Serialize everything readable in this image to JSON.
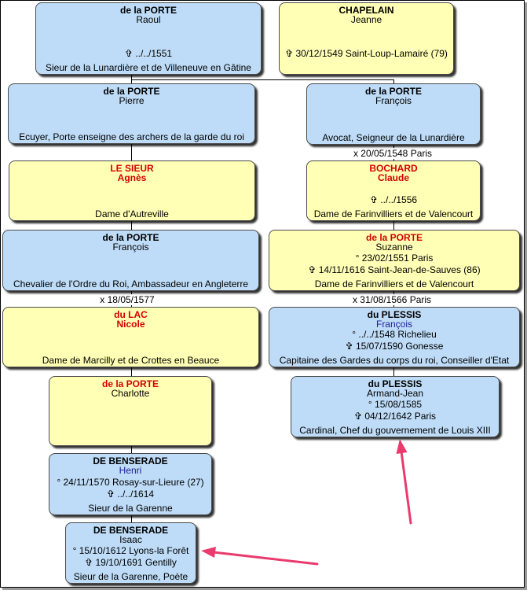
{
  "colors": {
    "box_blue": "#bedcf7",
    "box_yellow": "#ffffb5",
    "name_red": "#d40000",
    "name_navy": "#1c1c96",
    "arrow": "#ea3a6e"
  },
  "people": {
    "raoul": {
      "surname": "de la PORTE",
      "given": "Raoul",
      "death": "✞ ../../1551",
      "occupation": "Sieur de la Lunardière et de Villeneuve en Gâtine"
    },
    "jeanne": {
      "surname": "CHAPELAIN",
      "given": "Jeanne",
      "death": "✞ 30/12/1549 Saint-Loup-Lamairé (79)"
    },
    "pierre": {
      "surname": "de la PORTE",
      "given": "Pierre",
      "occupation": "Ecuyer, Porte enseigne des archers de la garde du roi"
    },
    "francois_1": {
      "surname": "de la PORTE",
      "given": "François",
      "occupation": "Avocat, Seigneur de la Lunardière"
    },
    "agnes": {
      "surname": "LE SIEUR",
      "given": "Agnès",
      "occupation": "Dame d'Autreville"
    },
    "claude": {
      "surname": "BOCHARD",
      "given": "Claude",
      "death": "✞ ../../1556",
      "occupation": "Dame de Farinvilliers et de Valencourt"
    },
    "francois_2": {
      "surname": "de la PORTE",
      "given": "François",
      "occupation": "Chevalier de l'Ordre du Roi, Ambassadeur en Angleterre"
    },
    "suzanne": {
      "surname": "de la PORTE",
      "given": "Suzanne",
      "birth": "° 23/02/1551 Paris",
      "death": "✞ 14/11/1616 Saint-Jean-de-Sauves (86)",
      "occupation": "Dame de Farinvilliers et de Valencourt"
    },
    "nicole": {
      "surname": "du LAC",
      "given": "Nicole",
      "occupation": "Dame de Marcilly et de Crottes en Beauce"
    },
    "francois_du_plessis": {
      "surname": "du PLESSIS",
      "given": "François",
      "birth": "° ../../1548 Richelieu",
      "death": "✞ 15/07/1590 Gonesse",
      "occupation": "Capitaine des Gardes du corps du roi, Conseiller d'Etat"
    },
    "charlotte": {
      "surname": "de la PORTE",
      "given": "Charlotte"
    },
    "armand_jean": {
      "surname": "du PLESSIS",
      "given": "Armand-Jean",
      "birth": "° 15/08/1585",
      "death": "✞ 04/12/1642 Paris",
      "occupation": "Cardinal, Chef du gouvernement de Louis XIII"
    },
    "henri": {
      "surname": "DE BENSERADE",
      "given": "Henri",
      "birth": "° 24/11/1570 Rosay-sur-Lieure (27)",
      "death": "✞ ../../1614",
      "occupation": "Sieur de la Garenne"
    },
    "isaac": {
      "surname": "DE BENSERADE",
      "given": "Isaac",
      "birth": "° 15/10/1612 Lyons-la Forêt",
      "death": "✞ 19/10/1691 Gentilly",
      "occupation": "Sieur de la Garenne, Poète"
    }
  },
  "marriages": {
    "francois_claude": "x 20/05/1548 Paris",
    "francois_nicole": "x 18/05/1577",
    "suzanne_francois": "x 31/08/1566 Paris"
  }
}
